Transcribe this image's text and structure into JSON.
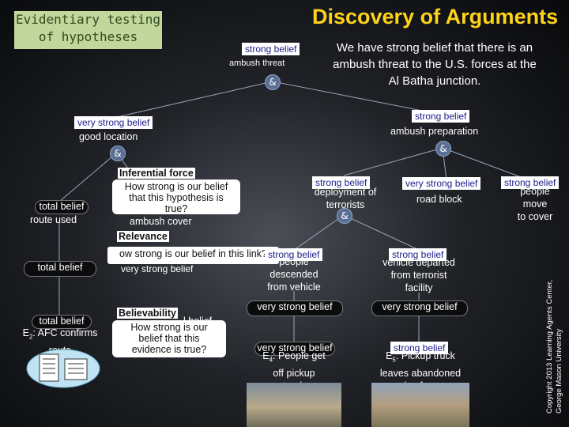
{
  "title": "Discovery of Arguments",
  "tag": {
    "line1": "Evidentiary testing",
    "line2": "of hypotheses"
  },
  "copyright": {
    "line1": "Copyright 2013 Learning Agents Center,",
    "line2": "George Mason University"
  },
  "root": {
    "belief": "strong belief",
    "label": "ambush threat",
    "statement_line1": "We have strong belief that there is an",
    "statement_line2": "ambush threat to the U.S. forces at the",
    "statement_line3": "Al Batha junction."
  },
  "and_symbol": "&",
  "good_location": {
    "belief": "very strong belief",
    "label": "good location"
  },
  "ambush_preparation": {
    "belief": "strong belief",
    "label": "ambush preparation"
  },
  "route_used": {
    "belief": "total belief",
    "label": "route used"
  },
  "ambush_cover": {
    "label": "ambush cover"
  },
  "inferential_force": {
    "title": "Inferential force",
    "line1": "How strong is our belief",
    "line2": "that this hypothesis is",
    "line3": "true?"
  },
  "relevance": {
    "title": "Relevance",
    "line1": "ow strong is our belief in this link?",
    "belief": "very strong belief"
  },
  "left_total_belief": "total belief",
  "evidence_e2": {
    "belief": "total belief",
    "prefix": "E",
    "sub": "2",
    "line1": ": AFC confirms",
    "line2": "route"
  },
  "believability": {
    "title": "Believability",
    "tail": "l belief",
    "line1": "How strong is our",
    "line2": "belief that this",
    "line3": "evidence is true?"
  },
  "deployment": {
    "belief": "strong belief",
    "line1": "deployment of",
    "line2": "terrorists"
  },
  "road_block": {
    "belief": "very strong belief",
    "label": "road block"
  },
  "people_move": {
    "belief": "strong belief",
    "line1": "people",
    "line2": "move",
    "line3": "to cover"
  },
  "people_descended": {
    "belief": "strong belief",
    "line1": "people",
    "line2": "descended",
    "line3": "from vehicle"
  },
  "vehicle_departed": {
    "belief": "strong belief",
    "line1": "vehicle departed",
    "line2": "from terrorist",
    "line3": "facility"
  },
  "mid_very_strong": "very strong belief",
  "right_very_strong": "very strong belief",
  "evidence_e4": {
    "belief": "very strong belief",
    "prefix": "E",
    "sub": "4",
    "line1": ": People get",
    "line2": "off pickup",
    "line3": "truck"
  },
  "evidence_e5": {
    "belief": "strong belief",
    "prefix": "E",
    "sub": "5",
    "line1": ": Pickup truck",
    "line2": "leaves abandoned",
    "line3": "rice farm"
  },
  "colors": {
    "title": "#ffd21a",
    "belief_text": "#1c1c8a",
    "tag_bg": "#c3d69b",
    "and_node": "#5a6f93"
  }
}
